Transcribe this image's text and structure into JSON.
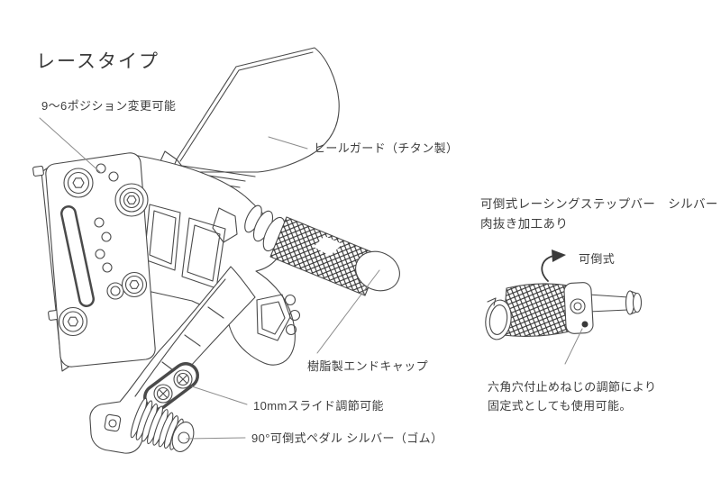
{
  "meta": {
    "background": "#ffffff",
    "line_color": "#4a4a4a",
    "leader_color": "#8c8c8c",
    "text_color": "#3d3d3d"
  },
  "title": "レースタイプ",
  "main_diagram": {
    "labels": {
      "position_adjust": "9～6ポジション変更可能",
      "heel_guard": "ヒールガード（チタン製）",
      "end_cap": "樹脂製エンドキャップ",
      "slide_adjust": "10mmスライド調節可能",
      "pedal": "90°可倒式ペダル シルバー（ゴム）"
    }
  },
  "side_diagram": {
    "heading_line1": "可倒式レーシングステップバー　シルバー",
    "heading_line2": "肉抜き加工あり",
    "fold_label": "可倒式",
    "note_line1": "六角穴付止めねじの調節により",
    "note_line2": "固定式としても使用可能。"
  }
}
